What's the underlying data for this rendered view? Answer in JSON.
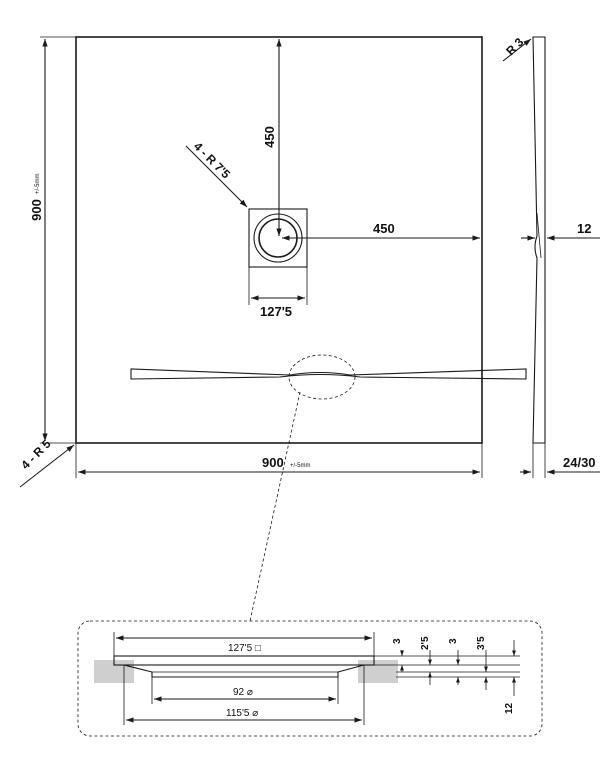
{
  "colors": {
    "line": "#1a1a1a",
    "fill_gray": "#d9d9d9",
    "shade": "#cfcfcf"
  },
  "plan": {
    "dim_height": "900",
    "dim_height_tol": "+/-5mm",
    "dim_width": "900",
    "dim_width_tol": "+/-5mm",
    "dim_drain_v": "450",
    "dim_drain_h": "450",
    "dim_drain_size": "127'5",
    "label_drain_radius": "4 - R 7'5",
    "label_corner_radius": "4 - R 5"
  },
  "side": {
    "label_top_radius": "R 3",
    "dim_mid": "12",
    "dim_edge": "24/30"
  },
  "detail": {
    "dim_top": "127'5 □",
    "dim_mid": "92 ⌀",
    "dim_bottom": "115'5 ⌀",
    "dim_r1": "3",
    "dim_r2": "2'5",
    "dim_r3": "3",
    "dim_r4": "3'5",
    "dim_r5": "12"
  }
}
